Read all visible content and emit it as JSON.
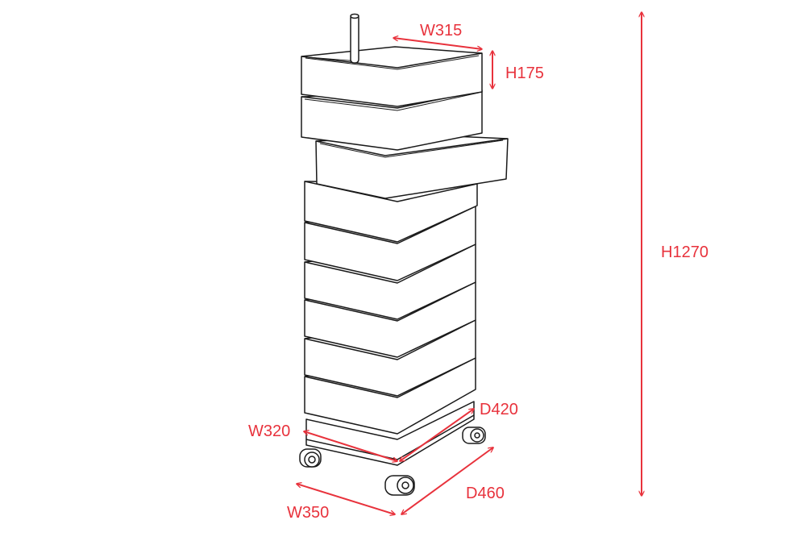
{
  "colors": {
    "dimension": "#e8323c",
    "outline": "#1a1a1a",
    "fill": "#ffffff",
    "background": "#ffffff"
  },
  "dimensions": {
    "top_width": "W315",
    "tray_height": "H175",
    "total_height": "H1270",
    "inner_depth": "D420",
    "inner_width": "W320",
    "outer_depth": "D460",
    "outer_width": "W350"
  }
}
